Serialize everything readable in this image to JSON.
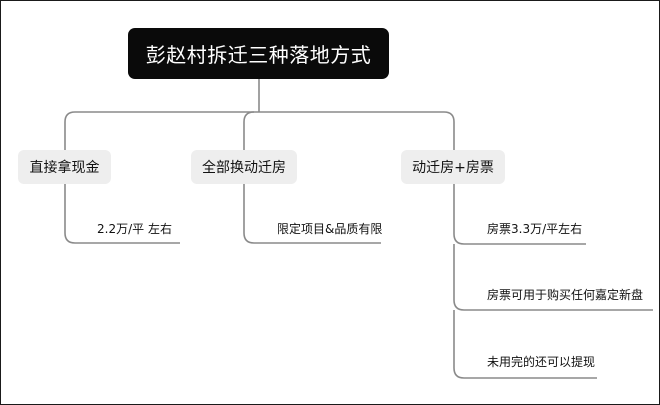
{
  "root": {
    "label": "彭赵村拆迁三种落地方式"
  },
  "branches": [
    {
      "label": "直接拿现金",
      "notes": [
        "2.2万/平  左右"
      ]
    },
    {
      "label": "全部换动迁房",
      "notes": [
        "限定项目&品质有限"
      ]
    },
    {
      "label": "动迁房+房票",
      "notes": [
        "房票3.3万/平左右",
        "房票可用于购买任何嘉定新盘",
        "未用完的还可以提现"
      ]
    }
  ],
  "colors": {
    "root_bg": "#0a0a0a",
    "node_bg": "#eeeeee",
    "line": "#8a8a8a"
  }
}
